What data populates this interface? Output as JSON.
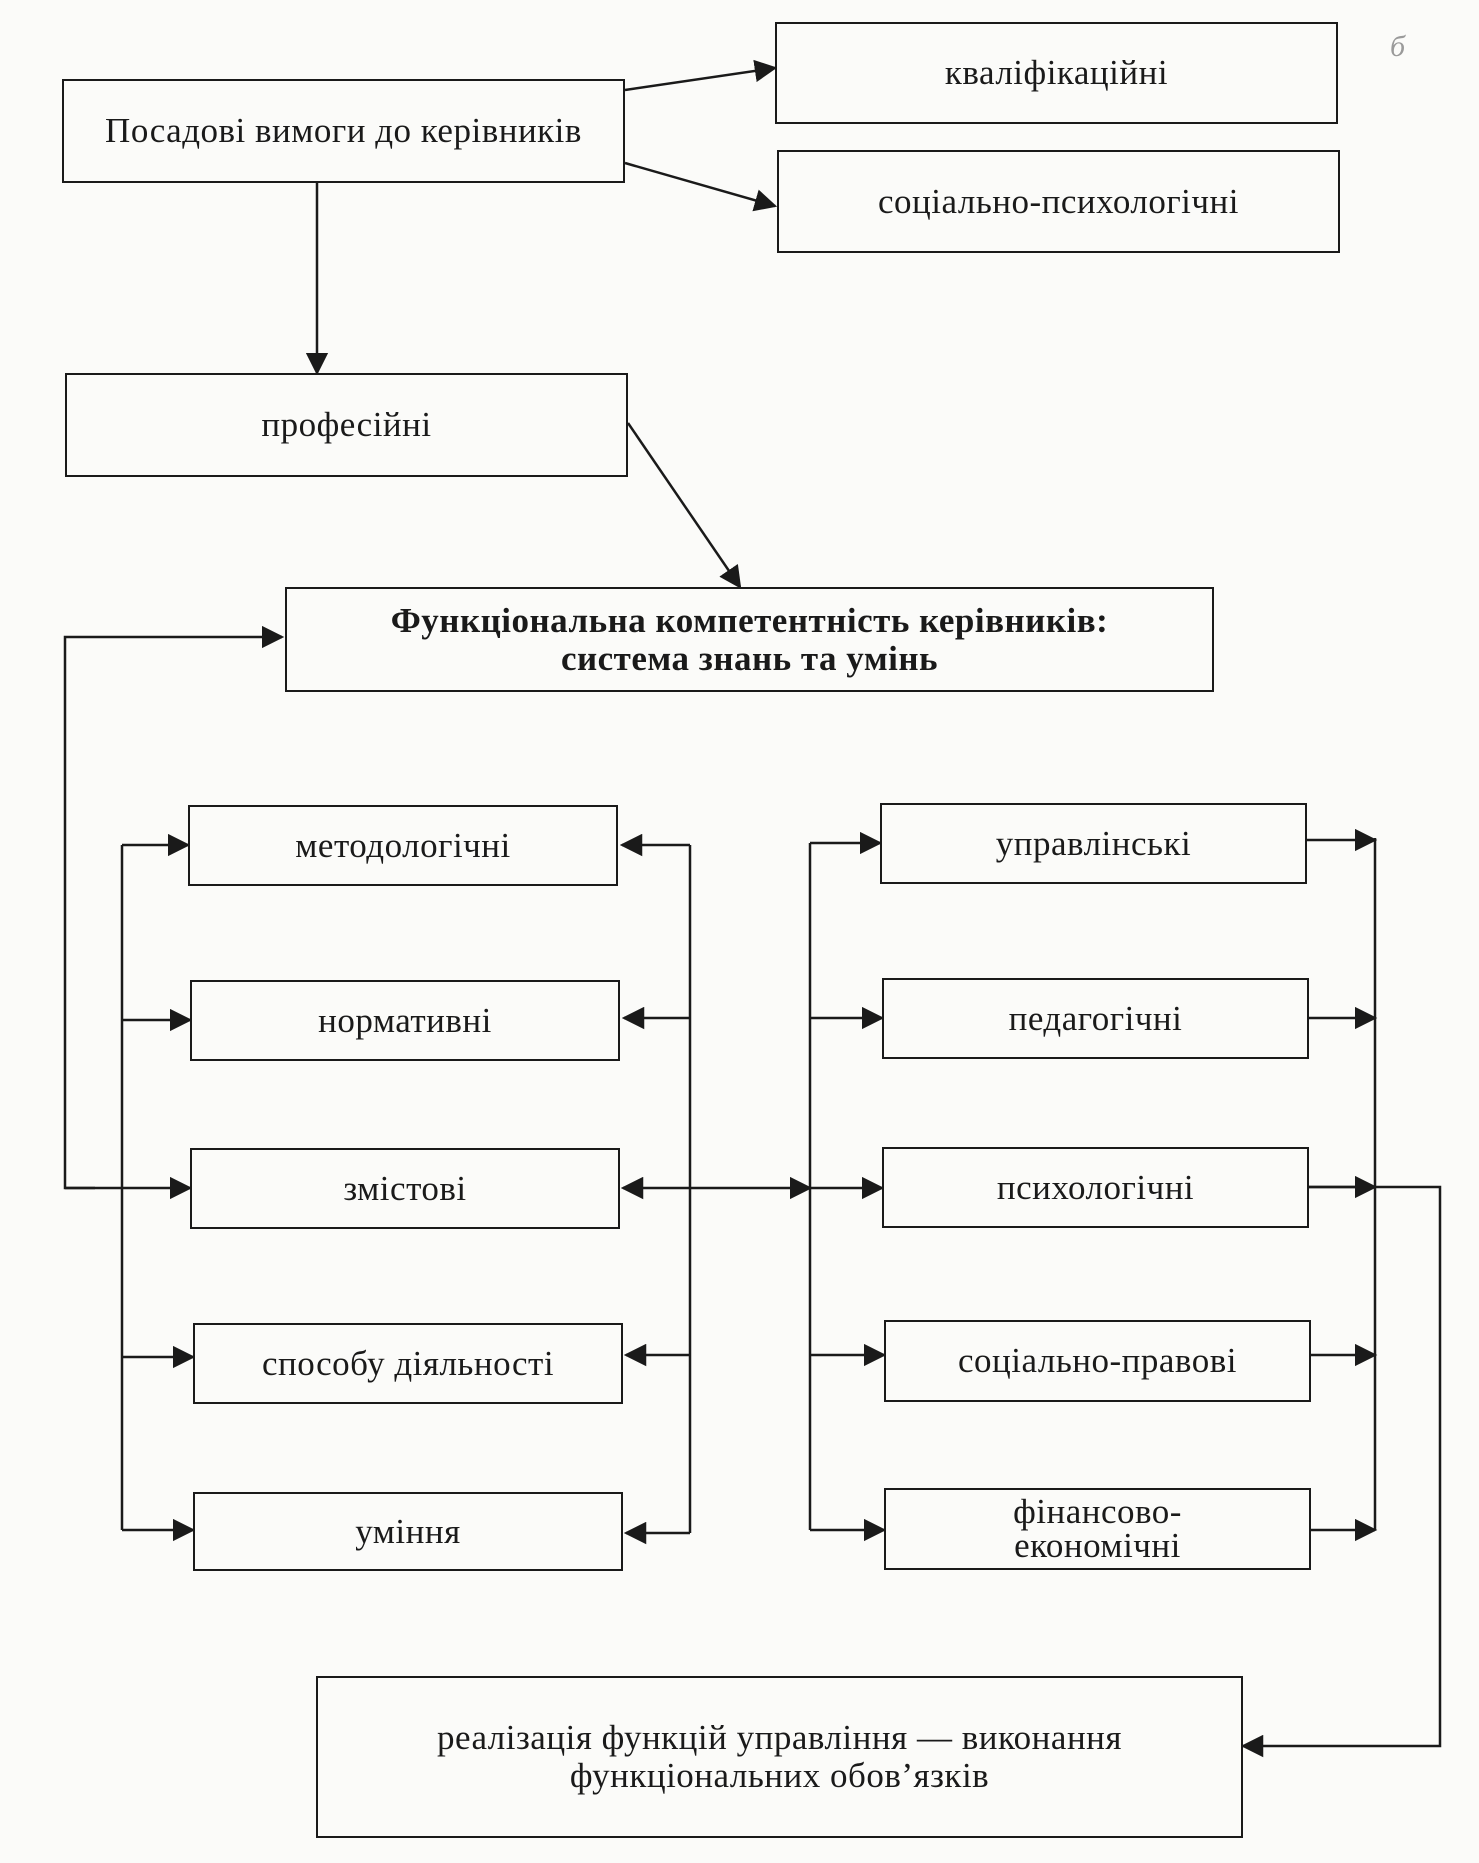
{
  "nodes": {
    "root": "Посадові вимоги до керівників",
    "qualification": "кваліфікаційні",
    "socio_psych": "соціально-психологічні",
    "professional": "професійні",
    "functional_competence": {
      "line1": "Функціональна компетентність керівників:",
      "line2": "система знань та умінь"
    },
    "left_column": [
      "методологічні",
      "нормативні",
      "змістові",
      "способу діяльності",
      "уміння"
    ],
    "right_column": [
      "управлінські",
      "педагогічні",
      "психологічні",
      "соціально-правові",
      "фінансово-економічні"
    ],
    "right_column_last_split": [
      "фінансово-",
      "економічні"
    ],
    "result": {
      "line1": "реалізація функцій управління — виконання",
      "line2": "функціональних обов’язків"
    }
  },
  "margin_mark": "б"
}
